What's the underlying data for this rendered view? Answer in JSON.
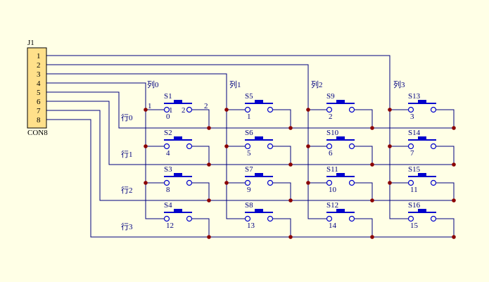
{
  "connector": {
    "ref": "J1",
    "part": "CON8",
    "pins": [
      "1",
      "2",
      "3",
      "4",
      "5",
      "6",
      "7",
      "8"
    ]
  },
  "columns": [
    "列0",
    "列1",
    "列2",
    "列3"
  ],
  "rows": [
    "行0",
    "行1",
    "行2",
    "行3"
  ],
  "switches": [
    [
      "S1",
      "S5",
      "S9",
      "S13"
    ],
    [
      "S2",
      "S6",
      "S10",
      "S14"
    ],
    [
      "S3",
      "S7",
      "S11",
      "S15"
    ],
    [
      "S4",
      "S8",
      "S12",
      "S16"
    ]
  ],
  "key_numbers": [
    [
      "0",
      "1",
      "2",
      "3"
    ],
    [
      "4",
      "5",
      "6",
      "7"
    ],
    [
      "8",
      "9",
      "10",
      "11"
    ],
    [
      "12",
      "13",
      "14",
      "15"
    ]
  ],
  "s1_pin_labels": {
    "left": "1",
    "right": "2"
  },
  "s1_pin_marks": {
    "left": "1",
    "right": "2"
  },
  "colors": {
    "background": "#ffffe6",
    "wire": "#000080",
    "switch": "#0000cc",
    "junction": "#8b0000",
    "connector_fill": "#ffe08a"
  }
}
